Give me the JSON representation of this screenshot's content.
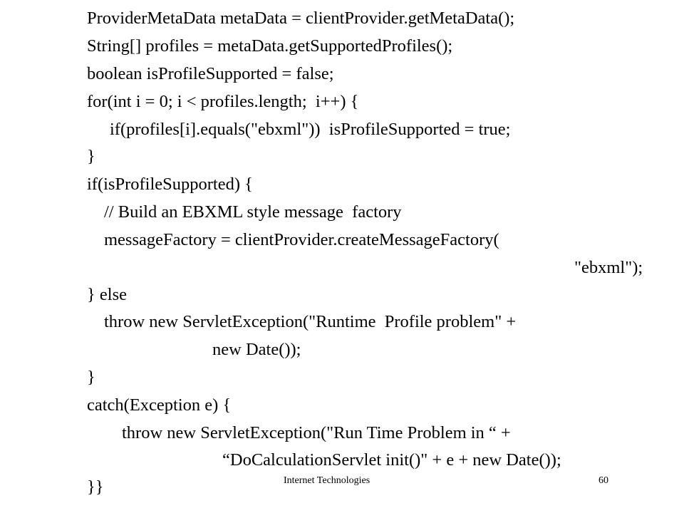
{
  "code_lines": [
    "ProviderMetaData metaData = clientProvider.getMetaData();",
    "String[] profiles = metaData.getSupportedProfiles();",
    "boolean isProfileSupported = false;",
    "for(int i = 0; i < profiles.length;  i++) {",
    "if(profiles[i].equals(\"ebxml\"))  isProfileSupported = true;",
    "}",
    "if(isProfileSupported) {",
    "// Build an EBXML style message  factory",
    "messageFactory = clientProvider.createMessageFactory(",
    "\"ebxml\");",
    "} else",
    "throw new ServletException(\"Runtime  Profile problem\" +",
    "new Date());",
    "}",
    "catch(Exception e) {",
    "throw new ServletException(\"Run Time Problem in “ +",
    "“DoCalculationServlet init()\" + e + new Date());",
    "}}"
  ],
  "footer": {
    "title": "Internet Technologies",
    "page_number": "60"
  }
}
